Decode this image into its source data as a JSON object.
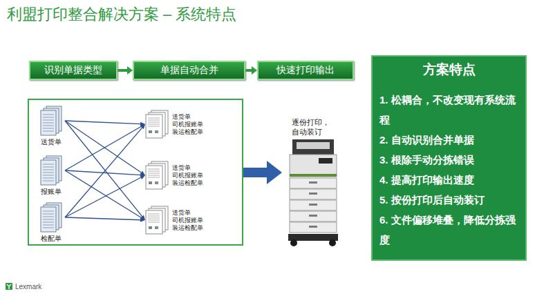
{
  "diagram": {
    "title": "利盟打印整合解决方案 – 系统特点",
    "nodes": [
      {
        "text": [
          "识别单据类型"
        ]
      },
      {
        "text": [
          "单据自动合并"
        ]
      },
      {
        "text": [
          "快速打印输出"
        ]
      },
      {
        "text": []
      },
      {
        "text": [
          "送货单"
        ],
        "in": 3
      },
      {
        "text": [
          "报账单"
        ],
        "in": 3
      },
      {
        "text": [
          "检配单"
        ],
        "in": 3
      },
      {
        "text": [
          "送货单",
          "司机报账单",
          "装运检配单"
        ],
        "in": 3
      },
      {
        "text": [
          "送货单",
          "司机报账单",
          "装运检配单"
        ],
        "in": 3
      },
      {
        "text": [
          "送货单",
          "司机报账单",
          "装运检配单"
        ],
        "in": 3
      },
      {
        "text": [
          "逐份打印， 自动装订"
        ]
      },
      {
        "text": [
          "方案特点",
          "1. 松耦合，不改变现有系统流程",
          "2. 自动识别合并单据",
          "3. 根除手动分拣错误",
          "4. 提高打印输出速度",
          "5. 按份打印后自动装订",
          "6. 文件偏移堆叠，降低分拣强度"
        ]
      }
    ],
    "edges": [
      {
        "from": 0,
        "to": 1,
        "arrow": "to"
      },
      {
        "from": 1,
        "to": 2,
        "arrow": "to"
      },
      {
        "from": 4,
        "to": 7,
        "arrow": "to"
      },
      {
        "from": 4,
        "to": 8,
        "arrow": "to"
      },
      {
        "from": 4,
        "to": 9,
        "arrow": "to"
      },
      {
        "from": 5,
        "to": 7,
        "arrow": "to"
      },
      {
        "from": 5,
        "to": 8,
        "arrow": "to"
      },
      {
        "from": 5,
        "to": 9,
        "arrow": "to"
      },
      {
        "from": 6,
        "to": 7,
        "arrow": "to"
      },
      {
        "from": 6,
        "to": 8,
        "arrow": "to"
      },
      {
        "from": 6,
        "to": 9,
        "arrow": "to"
      },
      {
        "from": 3,
        "to": 10,
        "arrow": "to"
      }
    ],
    "labels": [
      "Lexmark"
    ]
  }
}
